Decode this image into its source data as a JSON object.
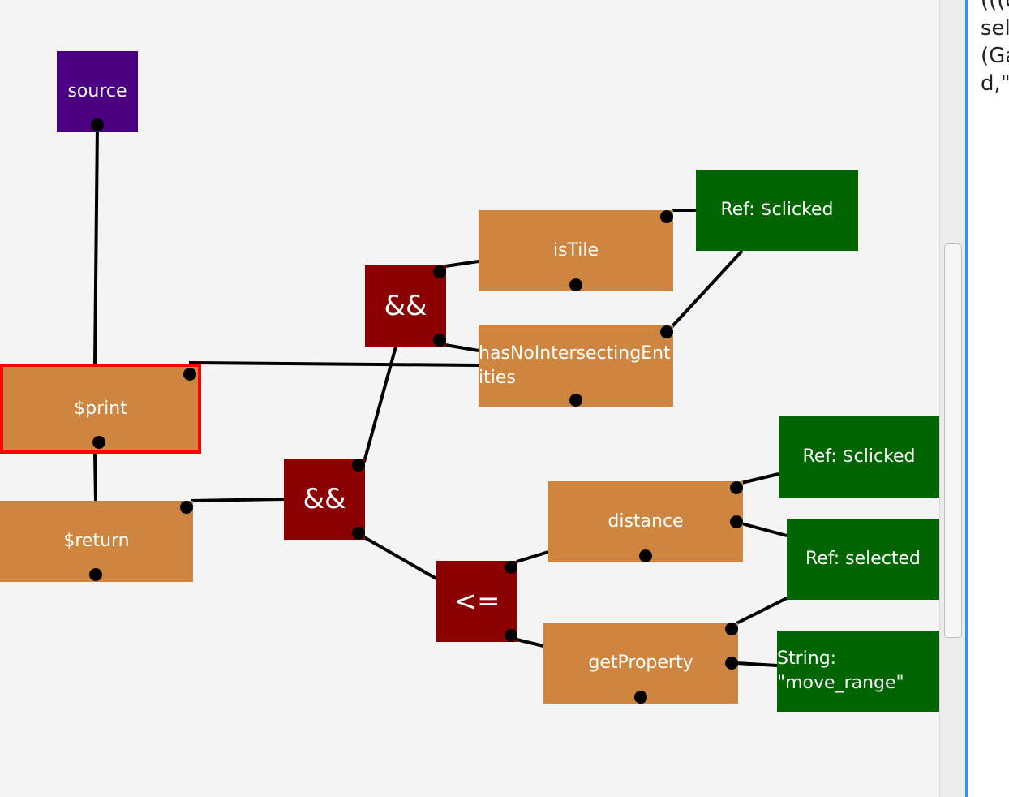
{
  "diagram": {
    "nodes": [
      {
        "id": "source",
        "label": "source",
        "color": "#4b0082"
      },
      {
        "id": "print",
        "label": "$print",
        "color": "#cd853f",
        "selected": true
      },
      {
        "id": "return",
        "label": "$return",
        "color": "#cd853f"
      },
      {
        "id": "and1",
        "label": "&&",
        "color": "#8b0000"
      },
      {
        "id": "and2",
        "label": "&&",
        "color": "#8b0000"
      },
      {
        "id": "istile",
        "label": "isTile",
        "color": "#cd853f"
      },
      {
        "id": "hasno",
        "label": "hasNoIntersectingEntities",
        "color": "#cd853f"
      },
      {
        "id": "ref1",
        "label": "Ref: $clicked",
        "color": "#006400"
      },
      {
        "id": "distance",
        "label": "distance",
        "color": "#cd853f"
      },
      {
        "id": "ref2",
        "label": "Ref: $clicked",
        "color": "#006400"
      },
      {
        "id": "ref3",
        "label": "Ref: selected",
        "color": "#006400"
      },
      {
        "id": "le",
        "label": "<=",
        "color": "#8b0000"
      },
      {
        "id": "getprop",
        "label": "getProperty",
        "color": "#cd853f"
      },
      {
        "id": "str",
        "label": "String: \"move_range\"",
        "color": "#006400"
      }
    ]
  },
  "side_panel": {
    "lines": [
      "(((d",
      "sel",
      "(Ga",
      "d,\""
    ]
  }
}
